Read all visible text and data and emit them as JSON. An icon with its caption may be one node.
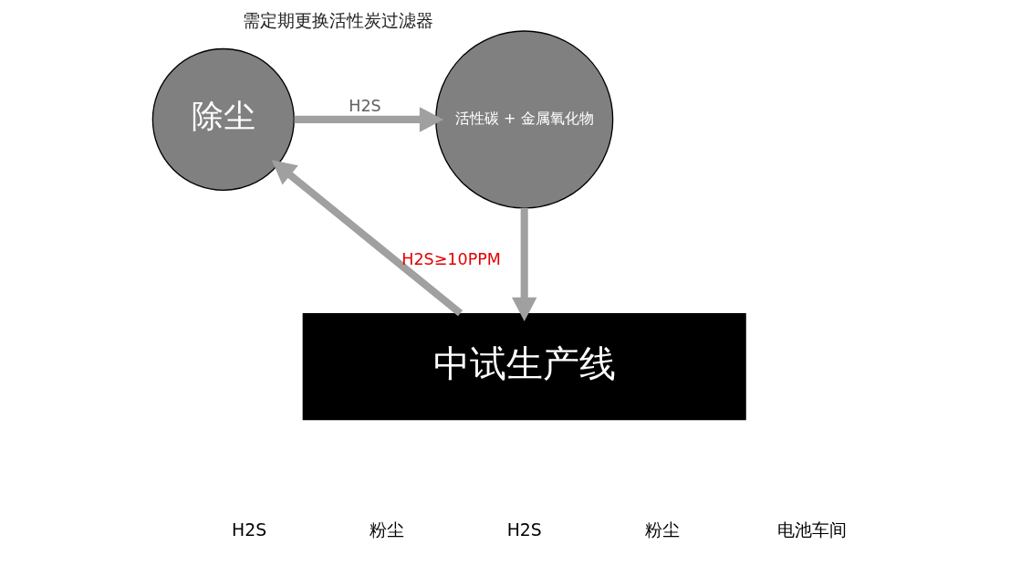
{
  "diagram": {
    "nodes": [
      {
        "text": [
          "中试生产线"
        ]
      },
      {
        "text": [
          "除尘"
        ]
      },
      {
        "text": [
          "活性碳 + 金属氧化物"
        ],
        "beside": [
          "需定期更换活性炭过滤器"
        ]
      }
    ],
    "edges": [
      {
        "from": 0,
        "to": 1,
        "arrow": "to",
        "label": "H2S≥10PPM"
      },
      {
        "from": 1,
        "to": 2,
        "arrow": "to",
        "label": "H2S"
      },
      {
        "from": 2,
        "to": 0,
        "arrow": "to"
      }
    ],
    "labels": [
      "H2S",
      "粉尘",
      "H2S",
      "粉尘",
      "电池车间"
    ]
  }
}
